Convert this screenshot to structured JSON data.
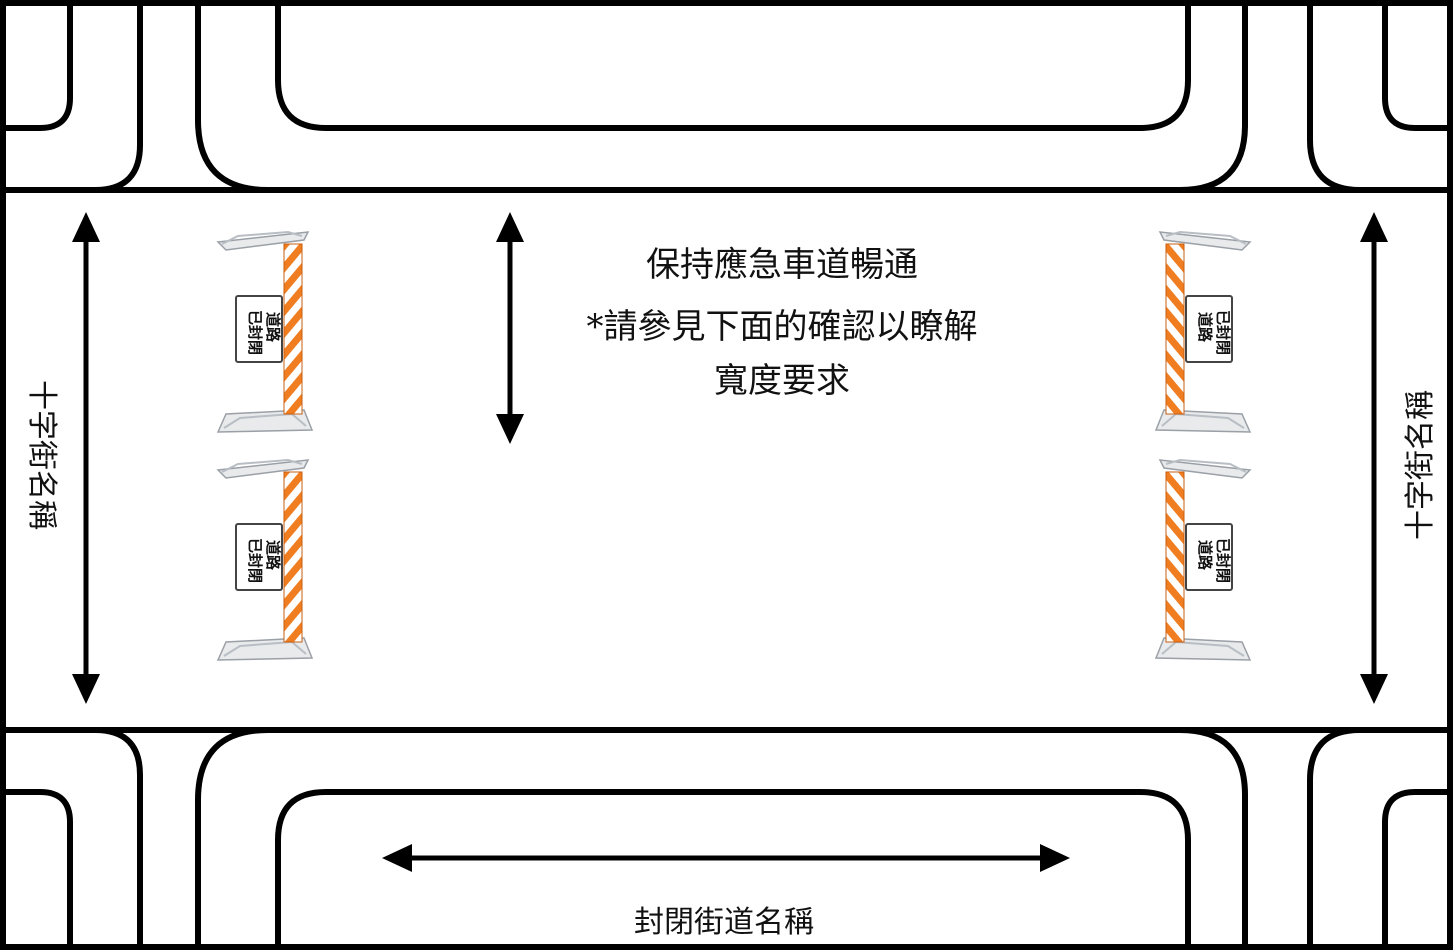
{
  "notes": {
    "line1": "保持應急車道暢通",
    "line2": "*請參見下面的確認以瞭解",
    "line3": "寬度要求"
  },
  "labels": {
    "cross_street_left": "十字街名稱",
    "cross_street_right": "十字街名稱",
    "closed_street": "封閉街道名稱"
  },
  "barricade_sign": {
    "line1": "道路",
    "line2": "已封閉"
  },
  "colors": {
    "stripe_orange": "#f07d20",
    "stripe_white": "#ffffff",
    "line": "#000000"
  }
}
